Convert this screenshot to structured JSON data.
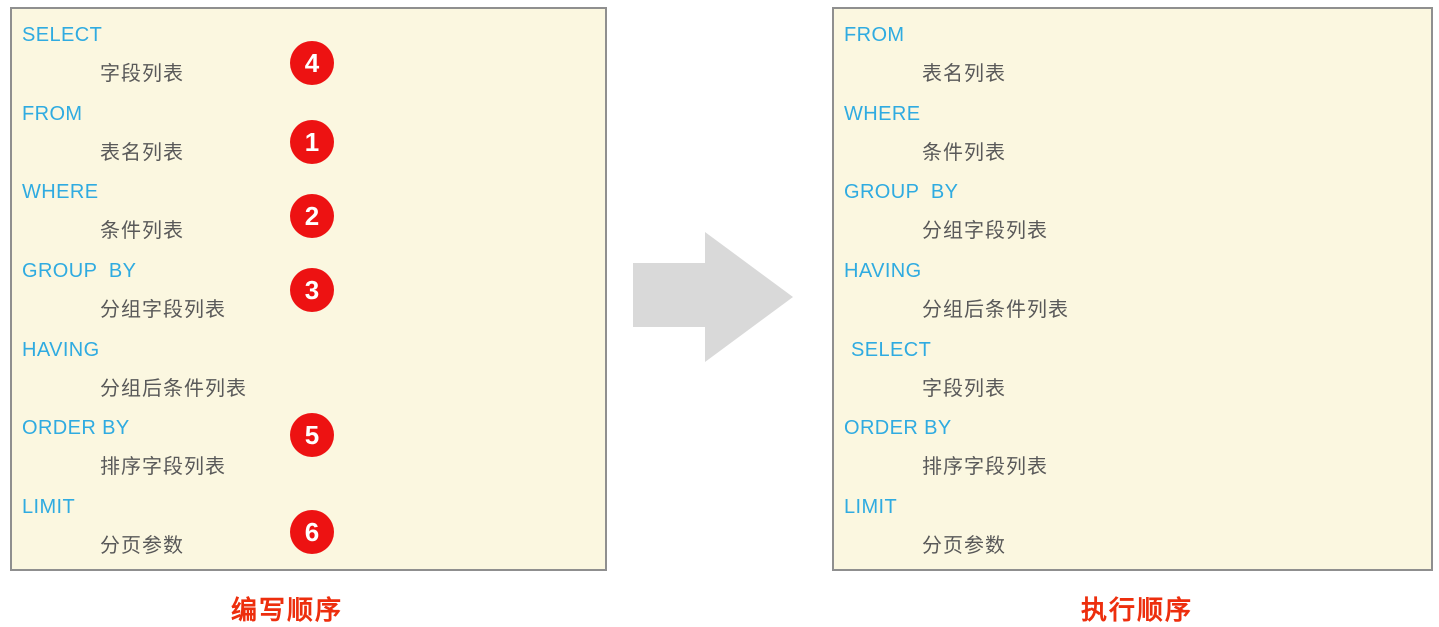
{
  "left_panel": {
    "caption": "编写顺序",
    "rows": [
      {
        "keyword": "SELECT",
        "detail": "字段列表",
        "badge": "4"
      },
      {
        "keyword": "FROM",
        "detail": "表名列表",
        "badge": "1"
      },
      {
        "keyword": "WHERE",
        "detail": "条件列表",
        "badge": "2"
      },
      {
        "keyword": "GROUP  BY",
        "detail": "分组字段列表",
        "badge": "3"
      },
      {
        "keyword": "HAVING",
        "detail": "分组后条件列表",
        "badge": ""
      },
      {
        "keyword": "ORDER BY",
        "detail": "排序字段列表",
        "badge": "5"
      },
      {
        "keyword": "LIMIT",
        "detail": "分页参数",
        "badge": "6"
      }
    ]
  },
  "right_panel": {
    "caption": "执行顺序",
    "rows": [
      {
        "keyword": "FROM",
        "detail": "表名列表"
      },
      {
        "keyword": "WHERE",
        "detail": "条件列表"
      },
      {
        "keyword": "GROUP  BY",
        "detail": "分组字段列表"
      },
      {
        "keyword": "HAVING",
        "detail": "分组后条件列表"
      },
      {
        "keyword": "SELECT",
        "detail": "字段列表"
      },
      {
        "keyword": "ORDER BY",
        "detail": "排序字段列表"
      },
      {
        "keyword": "LIMIT",
        "detail": "分页参数"
      }
    ]
  },
  "arrow": {
    "icon": "right-arrow"
  },
  "colors": {
    "panel_background": "#fbf7e0",
    "panel_border": "#8f8f8f",
    "keyword_blue": "#2fabe1",
    "detail_gray": "#595959",
    "badge_red": "#ed1212",
    "caption_red": "#ed2e0d",
    "arrow_gray": "#d9d9d9"
  }
}
